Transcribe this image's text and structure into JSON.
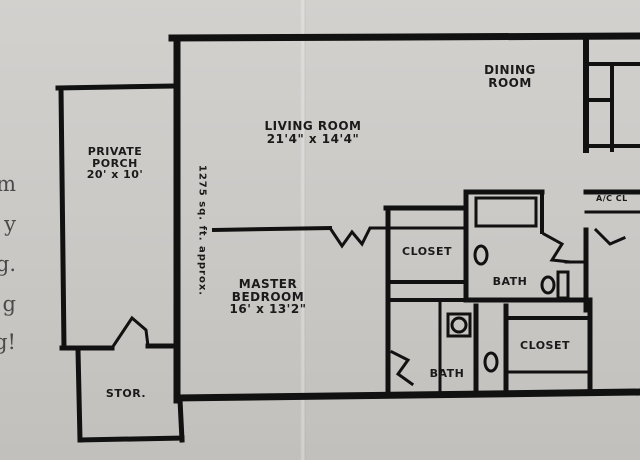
{
  "side_text_fragments": [
    "m",
    "y",
    "g.",
    "g",
    "g!"
  ],
  "rooms": {
    "living_room": {
      "name": "LIVING ROOM",
      "size": "21'4\" x 14'4\""
    },
    "dining_room": {
      "name": "DINING ROOM"
    },
    "private_porch": {
      "name": "PRIVATE PORCH",
      "size": "20' x 10'"
    },
    "master_bedroom": {
      "name": "MASTER BEDROOM",
      "size": "16' x 13'2\""
    },
    "storage": {
      "name": "STOR."
    },
    "closet_upper": {
      "name": "CLOSET"
    },
    "closet_lower": {
      "name": "CLOSET"
    },
    "bath_upper": {
      "name": "BATH"
    },
    "bath_lower": {
      "name": "BATH"
    },
    "ac_closet": {
      "name": "A/C CL"
    }
  },
  "area_note": "1275 sq. ft. approx."
}
